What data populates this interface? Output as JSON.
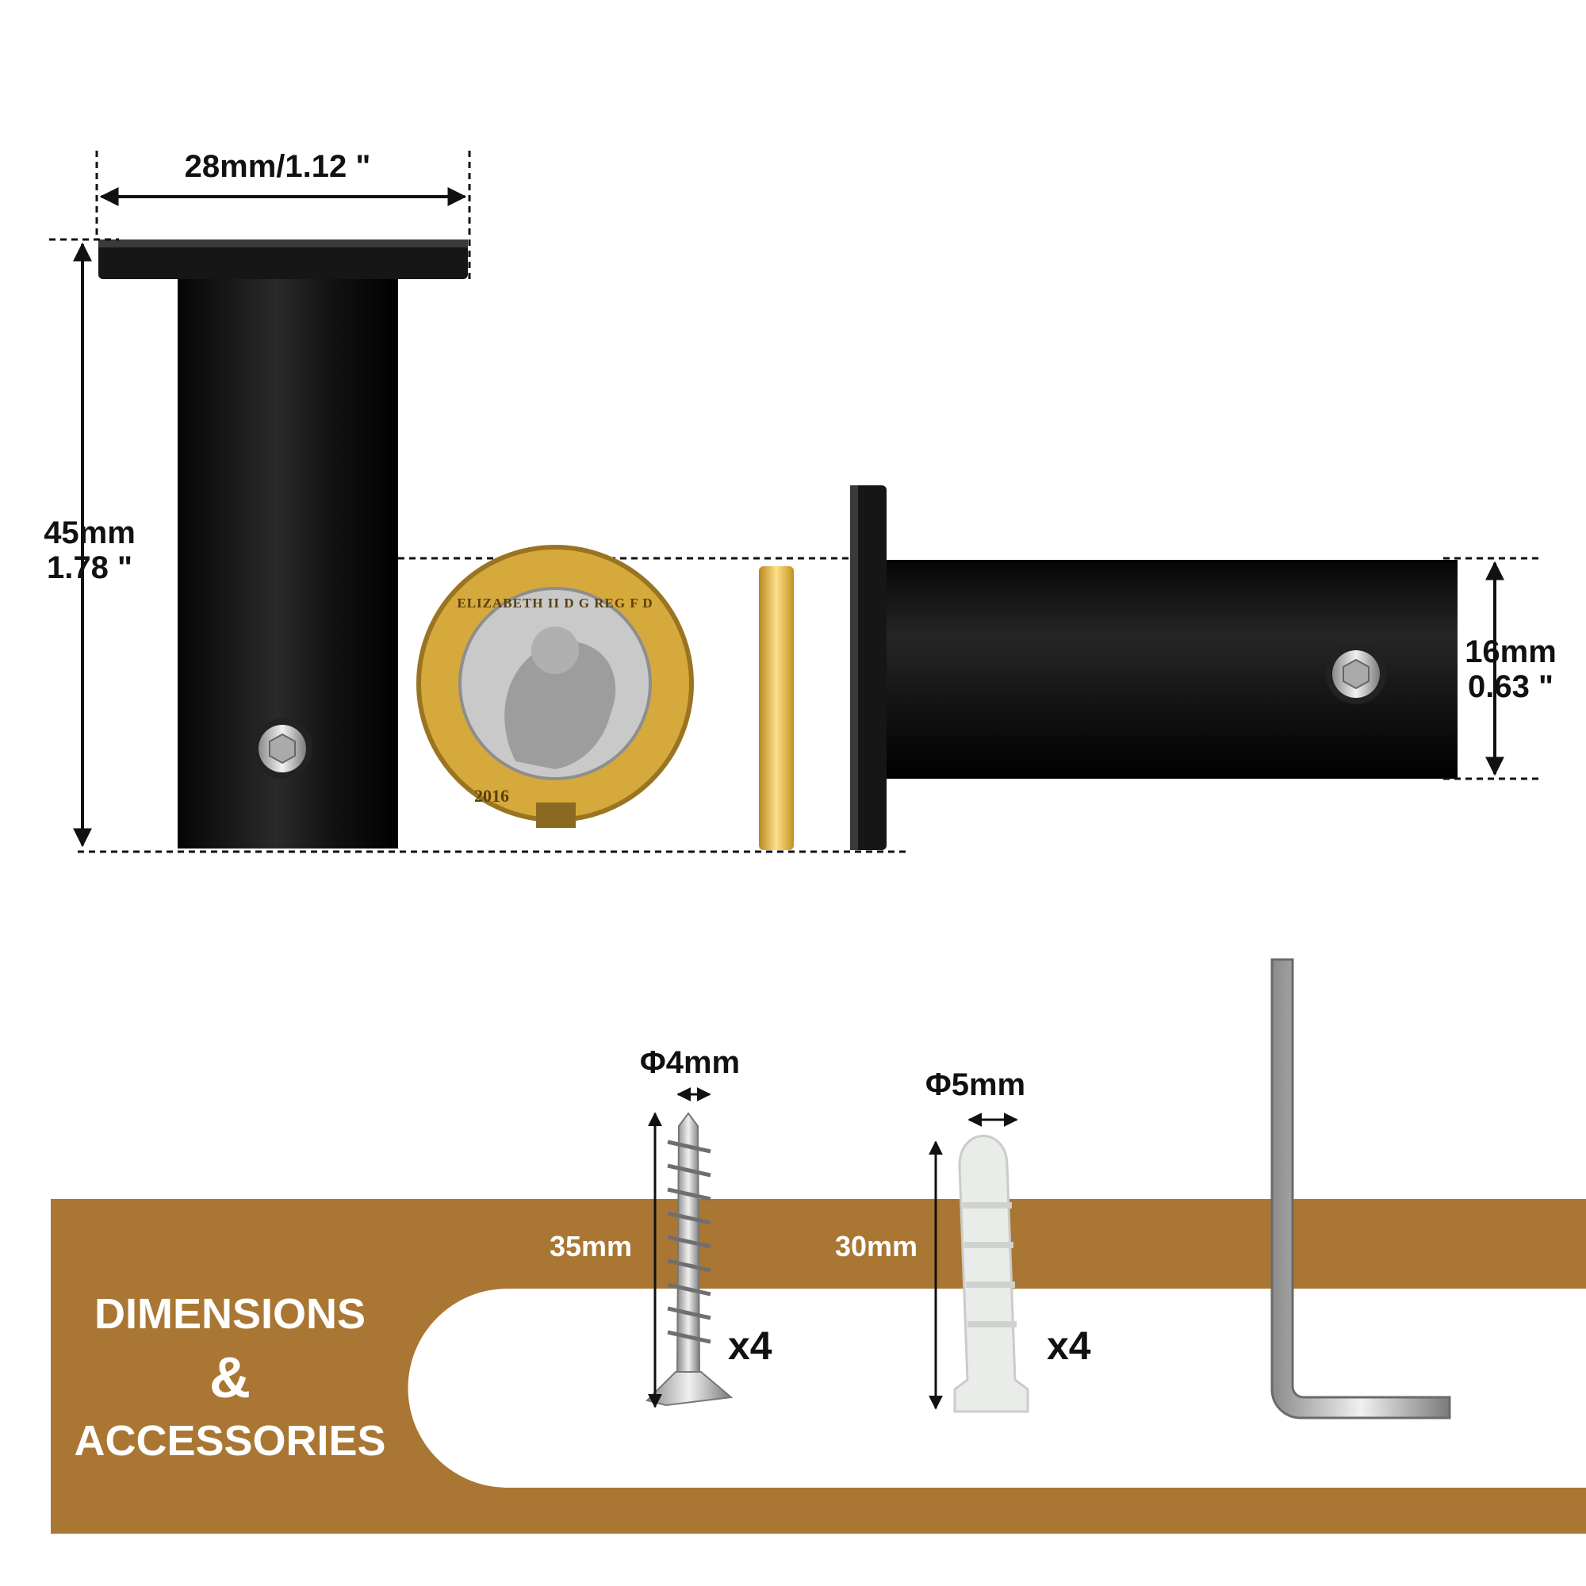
{
  "colors": {
    "brand_band": "#a97733",
    "hook_black": "#0f0f0f",
    "coin_gold": "#d6a93c",
    "coin_silver": "#c9c9c9",
    "dimension_line": "#111111"
  },
  "dimensions": {
    "base_width": "28mm/1.12 \"",
    "total_height_mm": "45mm",
    "total_height_in": "1.78 \"",
    "tube_diameter_mm": "16mm",
    "tube_diameter_in": "0.63 \""
  },
  "coin": {
    "legend_top": "ELIZABETH II D G REG F D",
    "year": "2016"
  },
  "accessories": {
    "screw": {
      "diameter": "Φ4mm",
      "length": "35mm",
      "quantity": "x4"
    },
    "anchor": {
      "diameter": "Φ5mm",
      "length": "30mm",
      "quantity": "x4"
    },
    "allen_key": {
      "icon": "allen-key-icon"
    }
  },
  "banner": {
    "line1": "DIMENSIONS",
    "line2": "&",
    "line3": "ACCESSORIES"
  }
}
